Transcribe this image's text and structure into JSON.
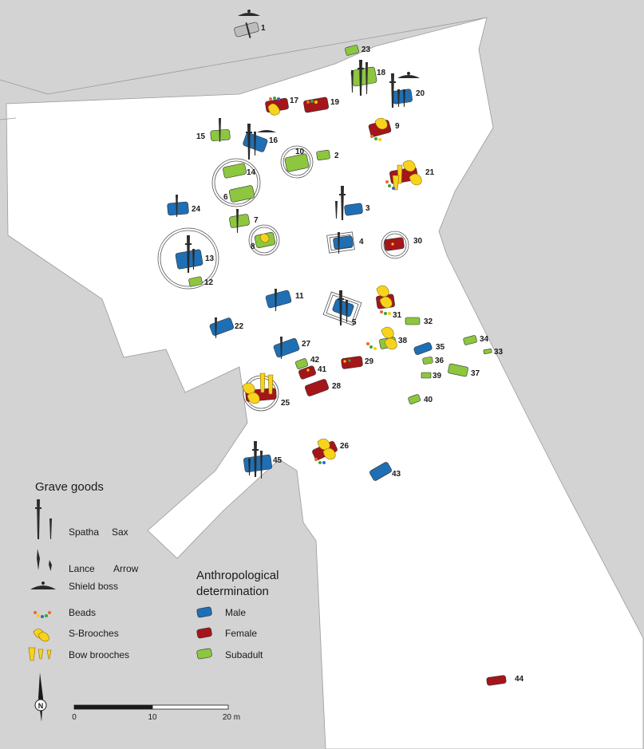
{
  "colors": {
    "male": "#1f6fb5",
    "female": "#a4161a",
    "subadult": "#8dc63f",
    "background": "#d3d3d3",
    "site": "#ffffff",
    "weapon": "#2b2b2b",
    "brooch": "#f7d31e"
  },
  "graves": [
    {
      "id": "1",
      "type": "unknown"
    },
    {
      "id": "2",
      "type": "subadult"
    },
    {
      "id": "3",
      "type": "male"
    },
    {
      "id": "4",
      "type": "male"
    },
    {
      "id": "5",
      "type": "male"
    },
    {
      "id": "6",
      "type": "subadult"
    },
    {
      "id": "7",
      "type": "subadult"
    },
    {
      "id": "8",
      "type": "subadult"
    },
    {
      "id": "9",
      "type": "female"
    },
    {
      "id": "10",
      "type": "subadult"
    },
    {
      "id": "11",
      "type": "male"
    },
    {
      "id": "12",
      "type": "subadult"
    },
    {
      "id": "13",
      "type": "male"
    },
    {
      "id": "14",
      "type": "subadult"
    },
    {
      "id": "15",
      "type": "subadult"
    },
    {
      "id": "16",
      "type": "male"
    },
    {
      "id": "17",
      "type": "female"
    },
    {
      "id": "18",
      "type": "subadult"
    },
    {
      "id": "19",
      "type": "female"
    },
    {
      "id": "20",
      "type": "male"
    },
    {
      "id": "21",
      "type": "female"
    },
    {
      "id": "22",
      "type": "male"
    },
    {
      "id": "23",
      "type": "subadult"
    },
    {
      "id": "24",
      "type": "male"
    },
    {
      "id": "25",
      "type": "female"
    },
    {
      "id": "26",
      "type": "female"
    },
    {
      "id": "27",
      "type": "male"
    },
    {
      "id": "28",
      "type": "female"
    },
    {
      "id": "29",
      "type": "female"
    },
    {
      "id": "30",
      "type": "female"
    },
    {
      "id": "31",
      "type": "female"
    },
    {
      "id": "32",
      "type": "subadult"
    },
    {
      "id": "33",
      "type": "subadult"
    },
    {
      "id": "34",
      "type": "subadult"
    },
    {
      "id": "35",
      "type": "male"
    },
    {
      "id": "36",
      "type": "subadult"
    },
    {
      "id": "37",
      "type": "subadult"
    },
    {
      "id": "38",
      "type": "subadult"
    },
    {
      "id": "39",
      "type": "subadult"
    },
    {
      "id": "40",
      "type": "subadult"
    },
    {
      "id": "41",
      "type": "female"
    },
    {
      "id": "42",
      "type": "subadult"
    },
    {
      "id": "43",
      "type": "male"
    },
    {
      "id": "44",
      "type": "female"
    },
    {
      "id": "45",
      "type": "male"
    }
  ],
  "legend": {
    "grave_goods_title": "Grave goods",
    "spatha": "Spatha",
    "sax": "Sax",
    "lance": "Lance",
    "arrow": "Arrow",
    "shield_boss": "Shield boss",
    "beads": "Beads",
    "s_brooches": "S-Brooches",
    "bow_brooches": "Bow brooches",
    "anthro_title_line1": "Anthropological",
    "anthro_title_line2": "determination",
    "male": "Male",
    "female": "Female",
    "subadult": "Subadult"
  },
  "north_arrow_label": "N",
  "scale_bar": {
    "labels": [
      "0",
      "10",
      "20 m"
    ]
  }
}
